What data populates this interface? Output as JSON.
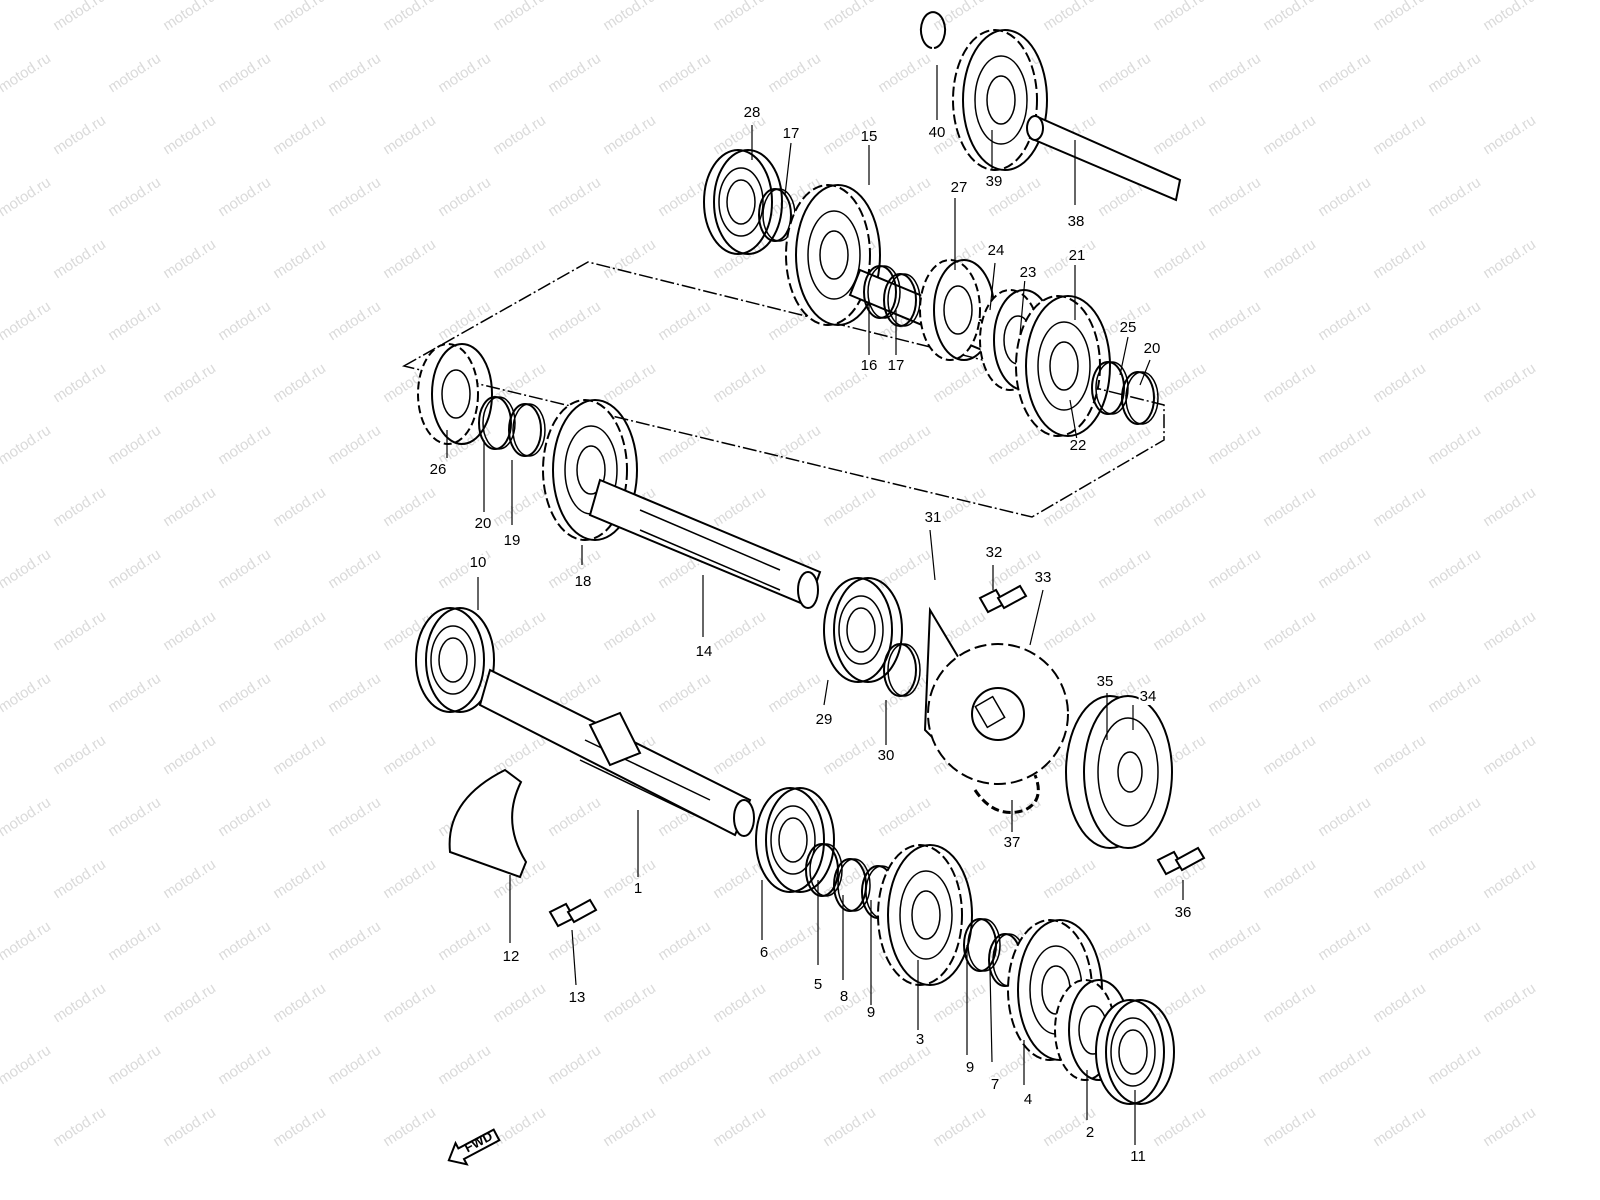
{
  "watermark_text": "motod.ru",
  "fwd_label": "FWD",
  "parts": [
    {
      "id": "1",
      "label": "1"
    },
    {
      "id": "2",
      "label": "2"
    },
    {
      "id": "3",
      "label": "3"
    },
    {
      "id": "4",
      "label": "4"
    },
    {
      "id": "5",
      "label": "5"
    },
    {
      "id": "6",
      "label": "6"
    },
    {
      "id": "7",
      "label": "7"
    },
    {
      "id": "8",
      "label": "8"
    },
    {
      "id": "9a",
      "label": "9"
    },
    {
      "id": "9b",
      "label": "9"
    },
    {
      "id": "10",
      "label": "10"
    },
    {
      "id": "11",
      "label": "11"
    },
    {
      "id": "12",
      "label": "12"
    },
    {
      "id": "13",
      "label": "13"
    },
    {
      "id": "14",
      "label": "14"
    },
    {
      "id": "15",
      "label": "15"
    },
    {
      "id": "16",
      "label": "16"
    },
    {
      "id": "17a",
      "label": "17"
    },
    {
      "id": "17b",
      "label": "17"
    },
    {
      "id": "18",
      "label": "18"
    },
    {
      "id": "19",
      "label": "19"
    },
    {
      "id": "20a",
      "label": "20"
    },
    {
      "id": "20b",
      "label": "20"
    },
    {
      "id": "21",
      "label": "21"
    },
    {
      "id": "22",
      "label": "22"
    },
    {
      "id": "23",
      "label": "23"
    },
    {
      "id": "24",
      "label": "24"
    },
    {
      "id": "25",
      "label": "25"
    },
    {
      "id": "26",
      "label": "26"
    },
    {
      "id": "27",
      "label": "27"
    },
    {
      "id": "28",
      "label": "28"
    },
    {
      "id": "29",
      "label": "29"
    },
    {
      "id": "30",
      "label": "30"
    },
    {
      "id": "31",
      "label": "31"
    },
    {
      "id": "32",
      "label": "32"
    },
    {
      "id": "33",
      "label": "33"
    },
    {
      "id": "34",
      "label": "34"
    },
    {
      "id": "35",
      "label": "35"
    },
    {
      "id": "36",
      "label": "36"
    },
    {
      "id": "37",
      "label": "37"
    },
    {
      "id": "38",
      "label": "38"
    },
    {
      "id": "39",
      "label": "39"
    },
    {
      "id": "40",
      "label": "40"
    }
  ]
}
